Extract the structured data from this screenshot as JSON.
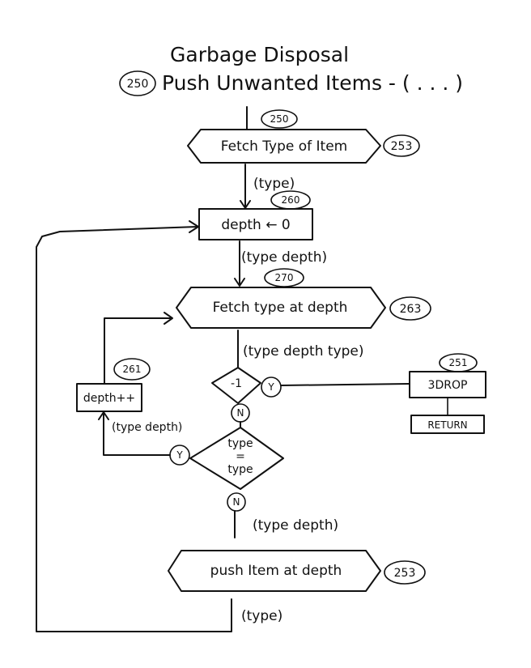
{
  "title": "Garbage Disposal",
  "subtitle": {
    "tag": "250",
    "text": "Push Unwanted Items - ( . . . )"
  },
  "nodes": {
    "fetch_type_of_item": {
      "tag": "250",
      "side_tag": "253",
      "label": "Fetch Type of Item"
    },
    "depth_init": {
      "tag": "260",
      "label": "depth ← 0"
    },
    "fetch_type_at_depth": {
      "tag": "270",
      "side_tag": "263",
      "label": "Fetch type at depth"
    },
    "depth_increment": {
      "tag": "261",
      "label": "depth++"
    },
    "check_minus_one": {
      "label": "-1"
    },
    "drop": {
      "tag": "251",
      "label": "3DROP"
    },
    "return": {
      "label": "RETURN"
    },
    "type_compare": {
      "top": "type",
      "eq": "=",
      "bottom": "type"
    },
    "push_item": {
      "side_tag": "253",
      "label": "push Item at depth"
    }
  },
  "branches": {
    "minus_one_yes": "Y",
    "minus_one_no": "N",
    "compare_yes": "Y",
    "compare_no": "N"
  },
  "stack_notes": {
    "after_fetch_type": "(type)",
    "after_depth_init": "(type depth)",
    "after_fetch_at_depth": "(type depth type)",
    "increment_loop": "(type depth)",
    "after_compare": "(type depth)",
    "after_push": "(type)"
  }
}
